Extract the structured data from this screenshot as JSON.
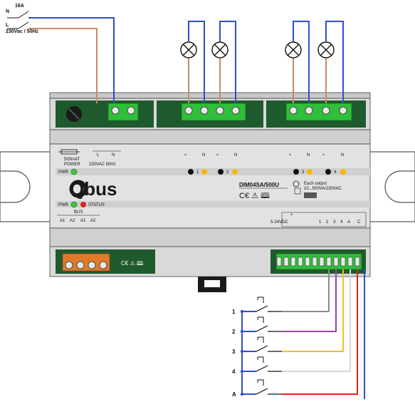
{
  "mains": {
    "fuse_rating": "16A",
    "n_label": "N",
    "l_label": "L",
    "supply_label": "230Vac / 50Hz"
  },
  "module": {
    "brand": "Qbus",
    "model": "DIM04SA/500U",
    "fuse_label": "500mAT",
    "power_label": "POWER",
    "power_rating": "230VAC 50Hz",
    "power_terminals": [
      "L",
      "N"
    ],
    "pwr_led_label": "PWR",
    "status_led_label": "STATUS",
    "bus_label": "BUS",
    "bus_terminals": [
      "A1",
      "A2",
      "A1",
      "A2"
    ],
    "output_terminal_n": "N",
    "output_numbers": [
      "1",
      "2",
      "3",
      "4"
    ],
    "each_output_label": "Each output",
    "output_rating": "10...500VA/230VAC",
    "input_voltage_label": "5-24VDC",
    "input_terminals": [
      "1",
      "2",
      "3",
      "4",
      "A",
      "C"
    ],
    "cert_marks": "C€ ⚠ 🕮"
  },
  "switches": [
    {
      "label": "1",
      "color": "#8c8c8c"
    },
    {
      "label": "2",
      "color": "#9b3fb0"
    },
    {
      "label": "3",
      "color": "#f0c020"
    },
    {
      "label": "4",
      "color": "#d8d8d8"
    },
    {
      "label": "A",
      "color": "#e0211b"
    }
  ],
  "colors": {
    "neutral_wire": "#2f4fcf",
    "live_wire": "#c88a63",
    "terminal_green": "#2fbf3a",
    "housing": "#d9d9d9",
    "led_green": "#3cc43c",
    "led_red": "#e02020",
    "led_orange": "#f5b800"
  }
}
